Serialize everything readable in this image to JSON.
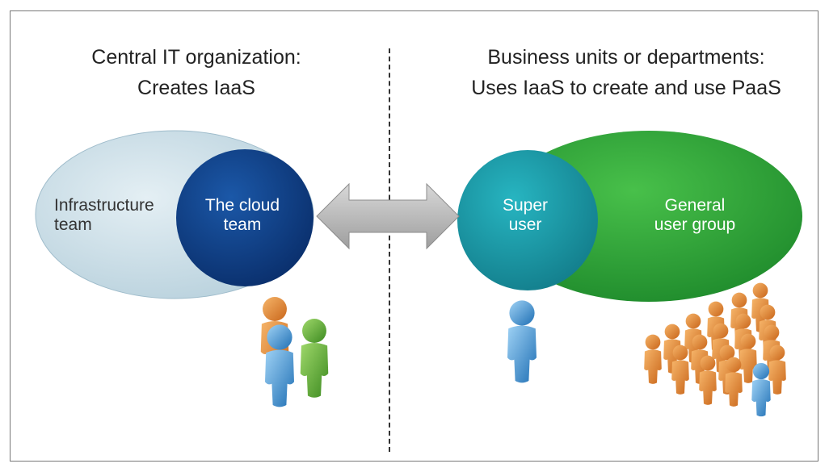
{
  "left_section": {
    "heading_line1": "Central IT organization:",
    "heading_line2": "Creates IaaS",
    "outer_group_label_line1": "Infrastructure",
    "outer_group_label_line2": "team",
    "inner_group_label_line1": "The cloud",
    "inner_group_label_line2": "team"
  },
  "right_section": {
    "heading_line1": "Business units or departments:",
    "heading_line2": "Uses IaaS to create and use PaaS",
    "inner_group_label_line1": "Super",
    "inner_group_label_line2": "user",
    "outer_group_label_line1": "General",
    "outer_group_label_line2": "user group"
  },
  "colors": {
    "infrastructure_team": "#c9dde6",
    "cloud_team": "#0f3f86",
    "super_user": "#1a9aa8",
    "general_user_group": "#2aa33a",
    "arrow": "#b8b8b8",
    "person_orange": "#e8872a",
    "person_blue": "#3a86c8",
    "person_green": "#4f9e2c"
  },
  "icons": [
    "double-arrow-icon",
    "person-icon"
  ]
}
